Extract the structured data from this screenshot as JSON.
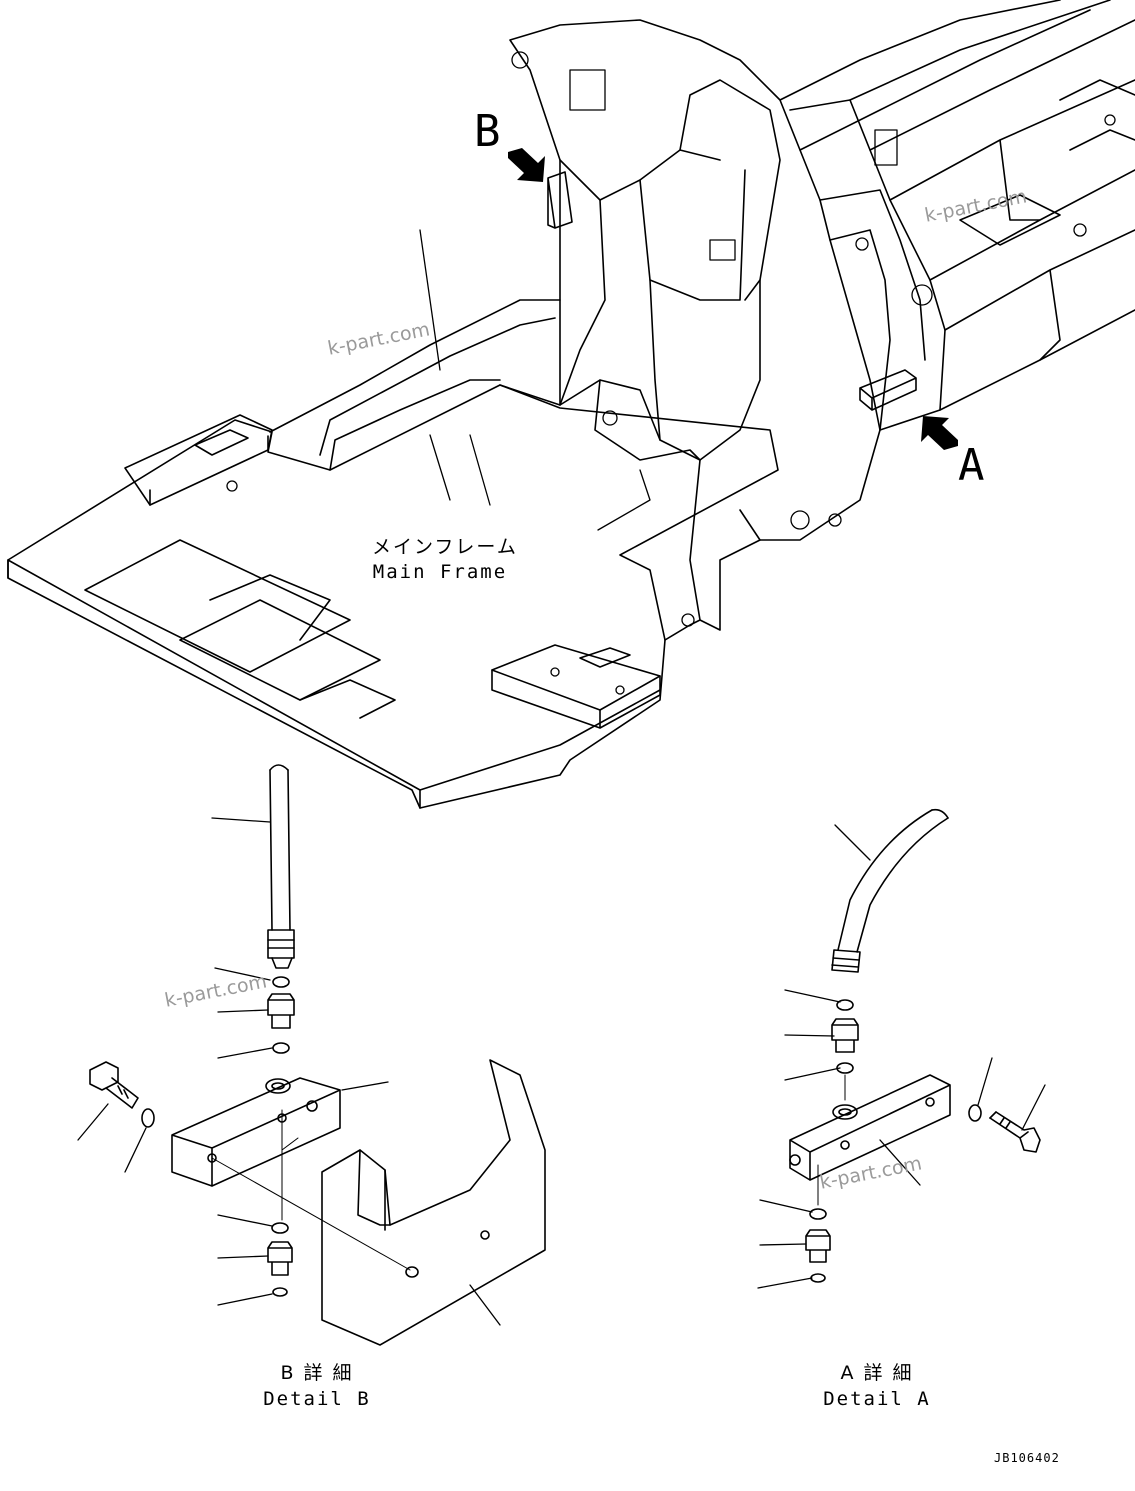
{
  "main_frame": {
    "label_jp": "メインフレーム",
    "label_en": "Main Frame"
  },
  "arrows": {
    "b": "B",
    "a": "A"
  },
  "detail_b": {
    "title_jp": "B 詳 細",
    "title_en": "Detail B"
  },
  "detail_a": {
    "title_jp": "A 詳 細",
    "title_en": "Detail A"
  },
  "watermark": "k-part.com",
  "drawing_code": "JB106402",
  "colors": {
    "line": "#000000",
    "watermark": "#9a9a9a",
    "background": "#ffffff"
  }
}
